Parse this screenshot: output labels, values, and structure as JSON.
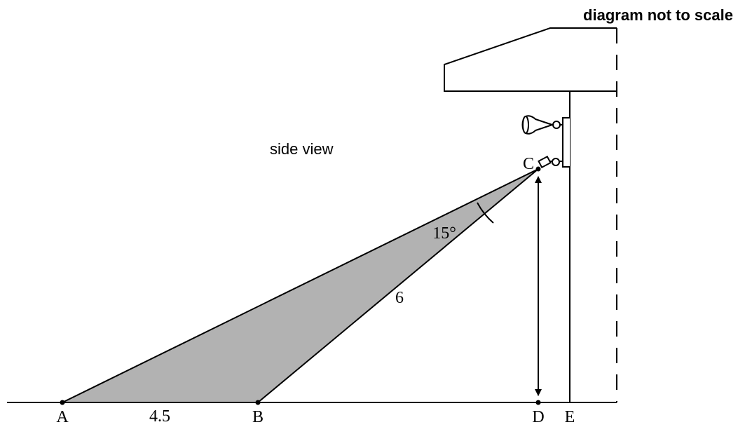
{
  "diagram": {
    "note": "diagram not to scale",
    "caption": "side view",
    "points": {
      "A": "A",
      "B": "B",
      "C": "C",
      "D": "D",
      "E": "E"
    },
    "measurements": {
      "ab_length": "4.5",
      "bc_length": "6",
      "angle_acb": "15°"
    }
  }
}
